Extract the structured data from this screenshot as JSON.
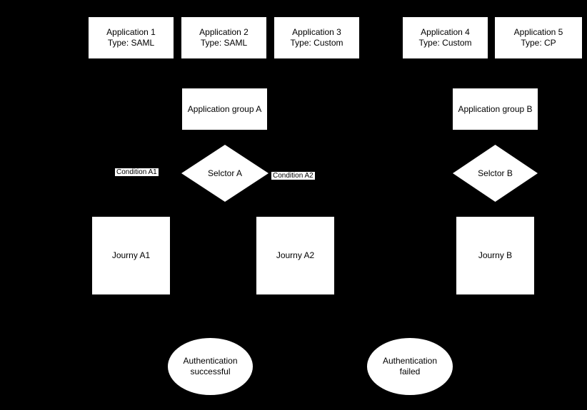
{
  "canvas": {
    "background_color": "#000000",
    "node_fill_color": "#ffffff",
    "node_text_color": "#000000"
  },
  "nodes": {
    "applications": [
      {
        "name": "Application 1",
        "type": "Type: SAML"
      },
      {
        "name": "Application 2",
        "type": "Type: SAML"
      },
      {
        "name": "Application 3",
        "type": "Type: Custom"
      },
      {
        "name": "Application 4",
        "type": "Type: Custom"
      },
      {
        "name": "Application 5",
        "type": "Type: CP"
      }
    ],
    "groups": [
      {
        "label": "Application group A"
      },
      {
        "label": "Application group B"
      }
    ],
    "selectors": [
      {
        "label": "Selctor A"
      },
      {
        "label": "Selctor B"
      }
    ],
    "condition_labels": [
      {
        "label": "Condition A1"
      },
      {
        "label": "Condition A2"
      }
    ],
    "journeys": [
      {
        "label": "Journy A1"
      },
      {
        "label": "Journy A2"
      },
      {
        "label": "Journy B"
      }
    ],
    "outcomes": [
      {
        "line1": "Authentication",
        "line2": "successful"
      },
      {
        "line1": "Authentication",
        "line2": "failed"
      }
    ]
  }
}
